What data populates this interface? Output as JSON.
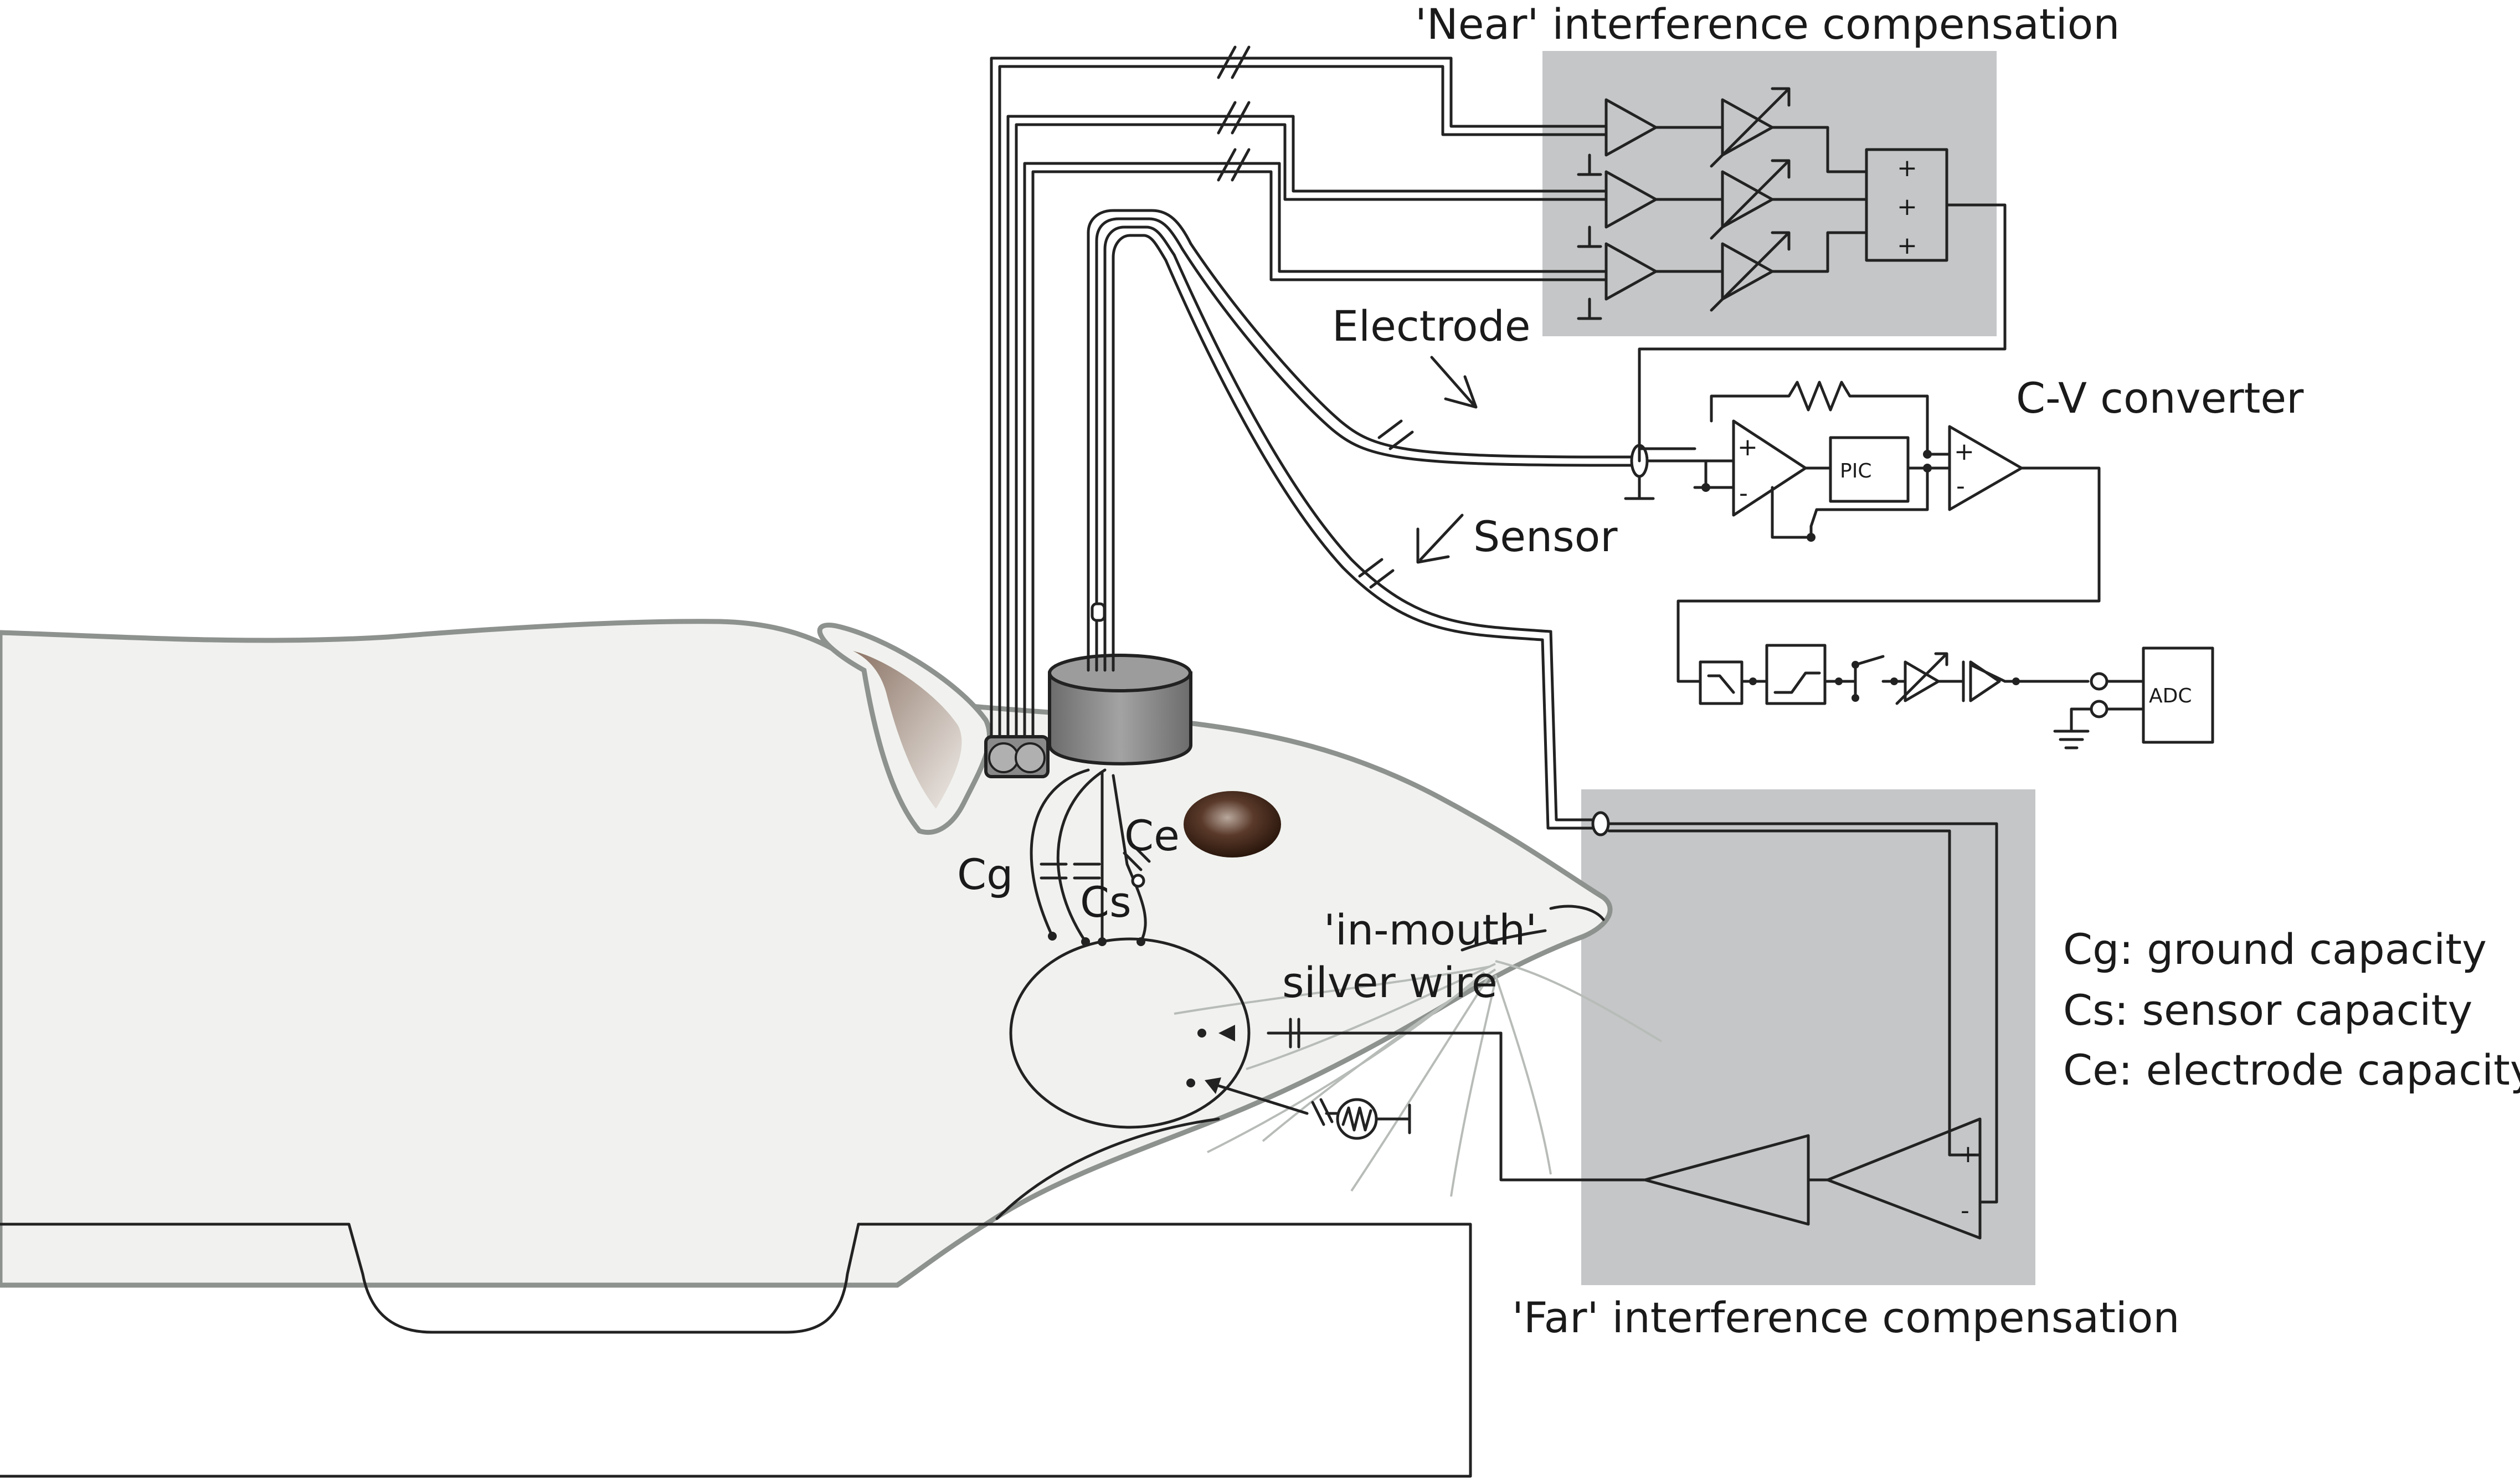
{
  "labels": {
    "near": "'Near' interference compensation",
    "far": "'Far' interference compensation",
    "electrode": "Electrode",
    "sensor": "Sensor",
    "cv_converter": "C-V converter",
    "pic": "PIC",
    "adc": "ADC",
    "in_mouth_1": "'in-mouth'",
    "in_mouth_2": "silver wire",
    "cg": "Cg",
    "cs": "Cs",
    "ce": "Ce",
    "legend_cg": "Cg: ground capacity",
    "legend_cs": "Cs: sensor capacity",
    "legend_ce": "Ce: electrode capacity"
  },
  "signs": {
    "plus": "+",
    "minus": "-"
  },
  "colors": {
    "panel": "#c4c6c7",
    "rat_body": "#f1f2ef",
    "rat_outline": "#8e928f",
    "ink": "#222222",
    "cap": "#808080"
  }
}
